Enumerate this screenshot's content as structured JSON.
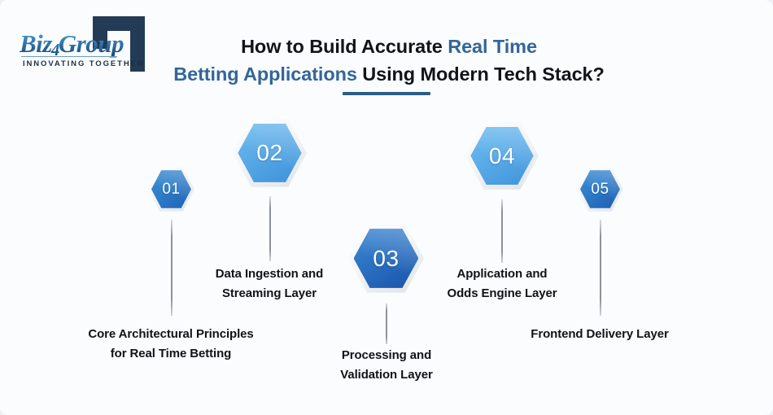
{
  "logo": {
    "wordmark_before": "Biz",
    "wordmark_sub": "4",
    "wordmark_after": "Group",
    "tagline": "INNOVATING TOGETHER"
  },
  "title": {
    "line1_plain": "How to Build Accurate ",
    "line1_highlight": "Real Time",
    "line2_highlight": "Betting Applications",
    "line2_plain": " Using Modern Tech Stack?",
    "accent_color": "#336699",
    "underline_color": "#2c5d85"
  },
  "nodes": [
    {
      "number": "01",
      "label_line1": "Core Architectural Principles",
      "label_line2": "for Real Time Betting",
      "color_from": "#3b8fd4",
      "color_to": "#1f63b5"
    },
    {
      "number": "02",
      "label_line1": "Data Ingestion and",
      "label_line2": "Streaming Layer",
      "color_from": "#69b8ec",
      "color_to": "#3d8fd8"
    },
    {
      "number": "03",
      "label_line1": "Processing and",
      "label_line2": "Validation Layer",
      "color_from": "#3b86d0",
      "color_to": "#1852a8"
    },
    {
      "number": "04",
      "label_line1": "Application and",
      "label_line2": "Odds Engine Layer",
      "color_from": "#6cbcef",
      "color_to": "#3f93db"
    },
    {
      "number": "05",
      "label_line1": "Frontend Delivery Layer",
      "label_line2": "",
      "color_from": "#3b8ed3",
      "color_to": "#1c5cb0"
    }
  ]
}
